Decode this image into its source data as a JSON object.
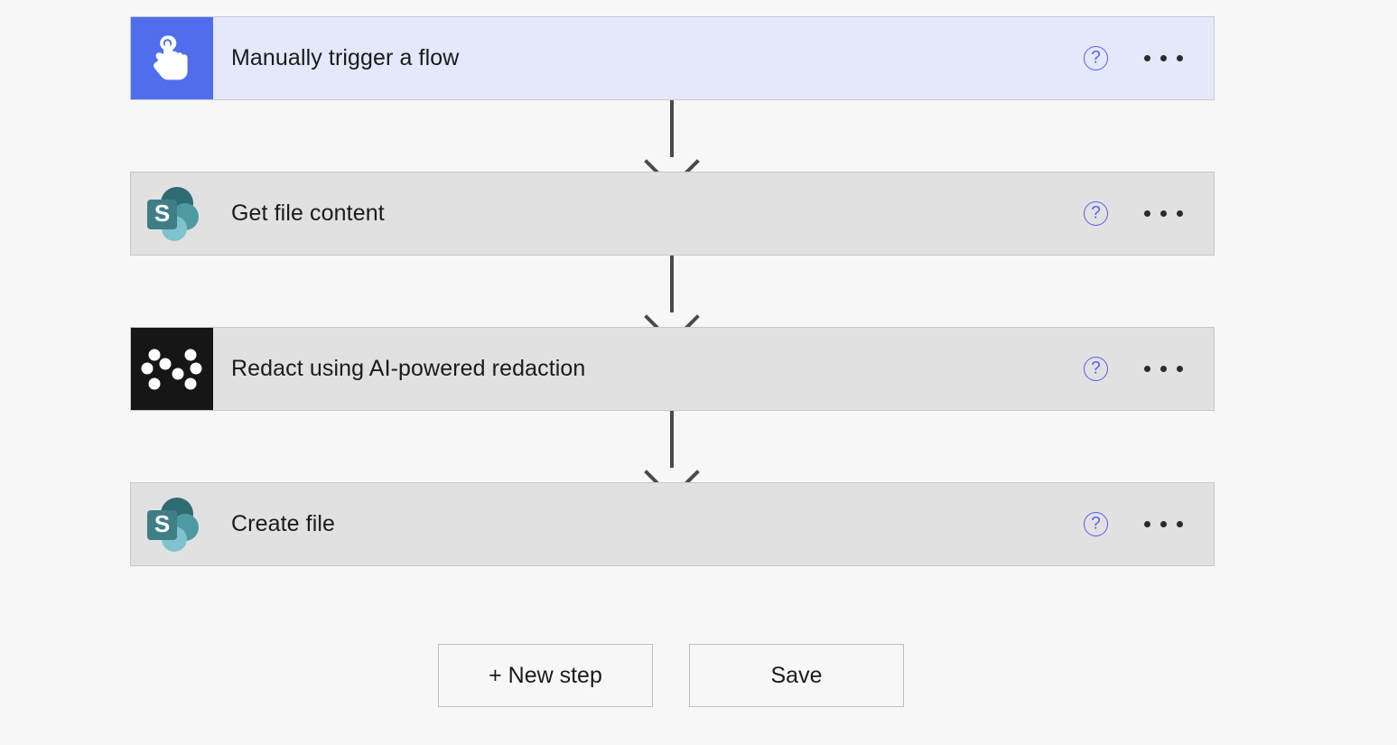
{
  "colors": {
    "page_background": "#f7f7f7",
    "trigger_card_background": "#e3e8fa",
    "action_card_background": "#e1e1e1",
    "card_border": "#c8c8c8",
    "trigger_icon_background": "#4f6ded",
    "redact_icon_background": "#161616",
    "help_icon_accent": "#5b5bf0",
    "connector_arrow": "#4a4a4a",
    "text_primary": "#1b1b1b",
    "sharepoint_dark_teal": "#2f6b72",
    "sharepoint_mid_teal": "#4e9aa3",
    "sharepoint_light_teal": "#7fc3ce",
    "sharepoint_square_teal": "#3f7e84"
  },
  "flow": {
    "steps": [
      {
        "label": "Manually trigger a flow",
        "icon": "hand-tap-icon",
        "kind": "trigger",
        "help_glyph": "?",
        "help_name": "help-icon",
        "menu_name": "more-options-icon"
      },
      {
        "label": "Get file content",
        "icon": "sharepoint-icon",
        "kind": "action",
        "help_glyph": "?",
        "help_name": "help-icon",
        "menu_name": "more-options-icon"
      },
      {
        "label": "Redact using AI-powered redaction",
        "icon": "redaction-dots-icon",
        "kind": "action",
        "help_glyph": "?",
        "help_name": "help-icon",
        "menu_name": "more-options-icon"
      },
      {
        "label": "Create file",
        "icon": "sharepoint-icon",
        "kind": "action",
        "help_glyph": "?",
        "help_name": "help-icon",
        "menu_name": "more-options-icon"
      }
    ],
    "connectors": [
      {
        "name": "connector-arrow-1"
      },
      {
        "name": "connector-arrow-2"
      },
      {
        "name": "connector-arrow-3"
      }
    ]
  },
  "toolbar": {
    "new_step_label": "+ New step",
    "save_label": "Save"
  },
  "sharepoint_letter": "S"
}
